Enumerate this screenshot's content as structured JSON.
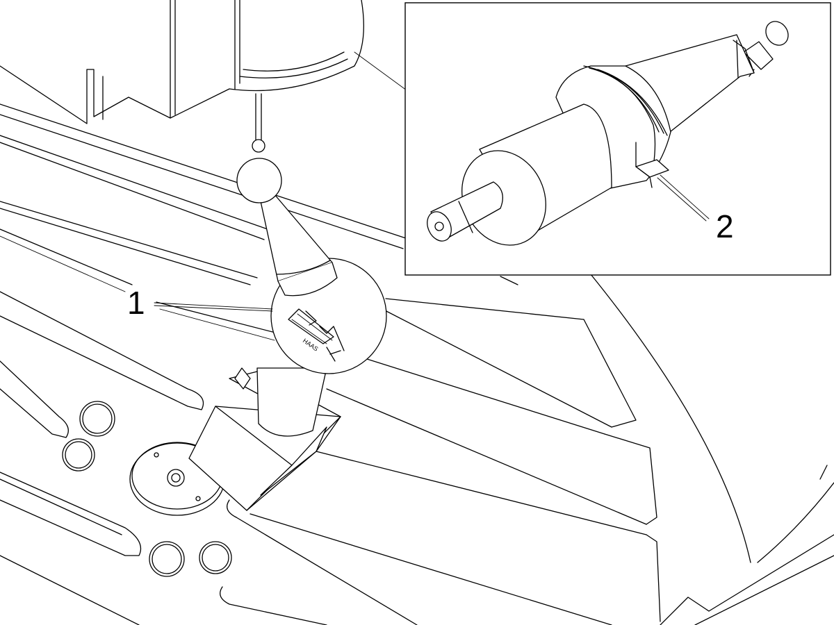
{
  "callouts": {
    "one": {
      "label": "1"
    },
    "two": {
      "label": "2"
    }
  },
  "colors": {
    "line": "#000000",
    "background": "#ffffff"
  },
  "logo": {
    "name": "probe-brand-logo"
  }
}
